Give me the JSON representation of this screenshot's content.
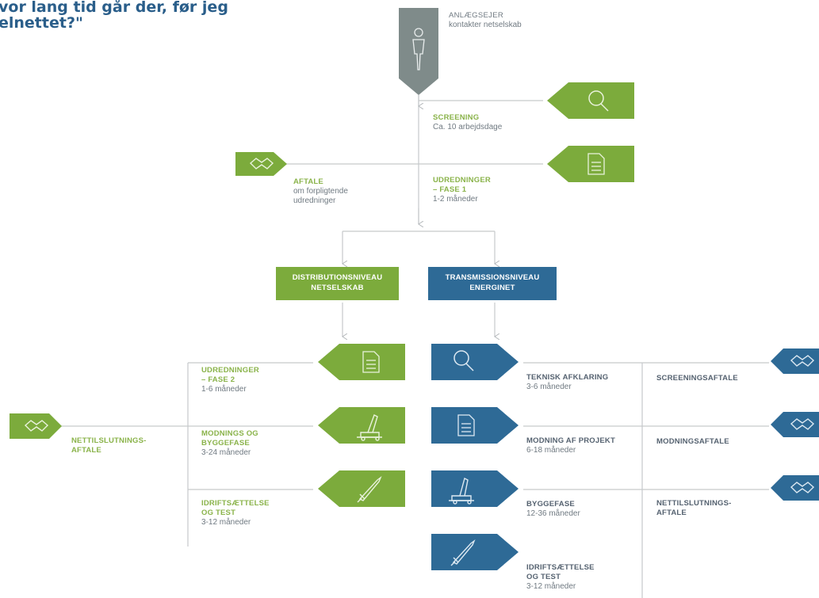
{
  "heading": {
    "line1": "vor lang tid går der, før jeg",
    "line2": "elnettet?\""
  },
  "owner": {
    "title": "ANLÆGSEJER",
    "sub": "kontakter netselskab"
  },
  "screening": {
    "title": "SCREENING",
    "sub": "Ca. 10 arbejdsdage"
  },
  "aftale": {
    "title": "AFTALE",
    "sub1": "om forpligtende",
    "sub2": "udredninger"
  },
  "udredninger1": {
    "title1": "UDREDNINGER",
    "title2": "– FASE 1",
    "sub": "1-2 måneder"
  },
  "distribution": {
    "line1": "DISTRIBUTIONSNIVEAU",
    "line2": "NETSELSKAB"
  },
  "transmission": {
    "line1": "TRANSMISSIONSNIVEAU",
    "line2": "ENERGINET"
  },
  "distribution_steps": {
    "udredninger2": {
      "title1": "UDREDNINGER",
      "title2": "– FASE 2",
      "sub": "1-6 måneder"
    },
    "modnings": {
      "title1": "MODNINGS OG",
      "title2": "BYGGEFASE",
      "sub": "3-24 måneder"
    },
    "idrift": {
      "title1": "IDRIFTSÆTTELSE",
      "title2": "OG TEST",
      "sub": "3-12 måneder"
    }
  },
  "nettilslutning_left": {
    "line1": "NETTILSLUTNINGS-",
    "line2": "AFTALE"
  },
  "transmission_steps": {
    "teknisk": {
      "title": "TEKNISK AFKLARING",
      "sub": "3-6 måneder"
    },
    "modning": {
      "title": "MODNING AF PROJEKT",
      "sub": "6-18 måneder"
    },
    "byggefase": {
      "title": "BYGGEFASE",
      "sub": "12-36 måneder"
    },
    "idrift": {
      "title1": "IDRIFTSÆTTELSE",
      "title2": "OG TEST",
      "sub": "3-12 måneder"
    }
  },
  "agreements_right": {
    "screening": "SCREENINGSAFTALE",
    "modning": "MODNINGSAFTALE",
    "nettilslutning1": "NETTILSLUTNINGS-",
    "nettilslutning2": "AFTALE"
  },
  "icons": [
    "person-icon",
    "magnifier-icon",
    "document-icon",
    "handshake-icon",
    "crane-icon",
    "rocket-icon"
  ],
  "colors": {
    "green": "#7cab3c",
    "blue": "#2e6a96",
    "gray": "#7f8b8a",
    "heading": "#2a5e8a",
    "line": "#c6c9cb"
  }
}
